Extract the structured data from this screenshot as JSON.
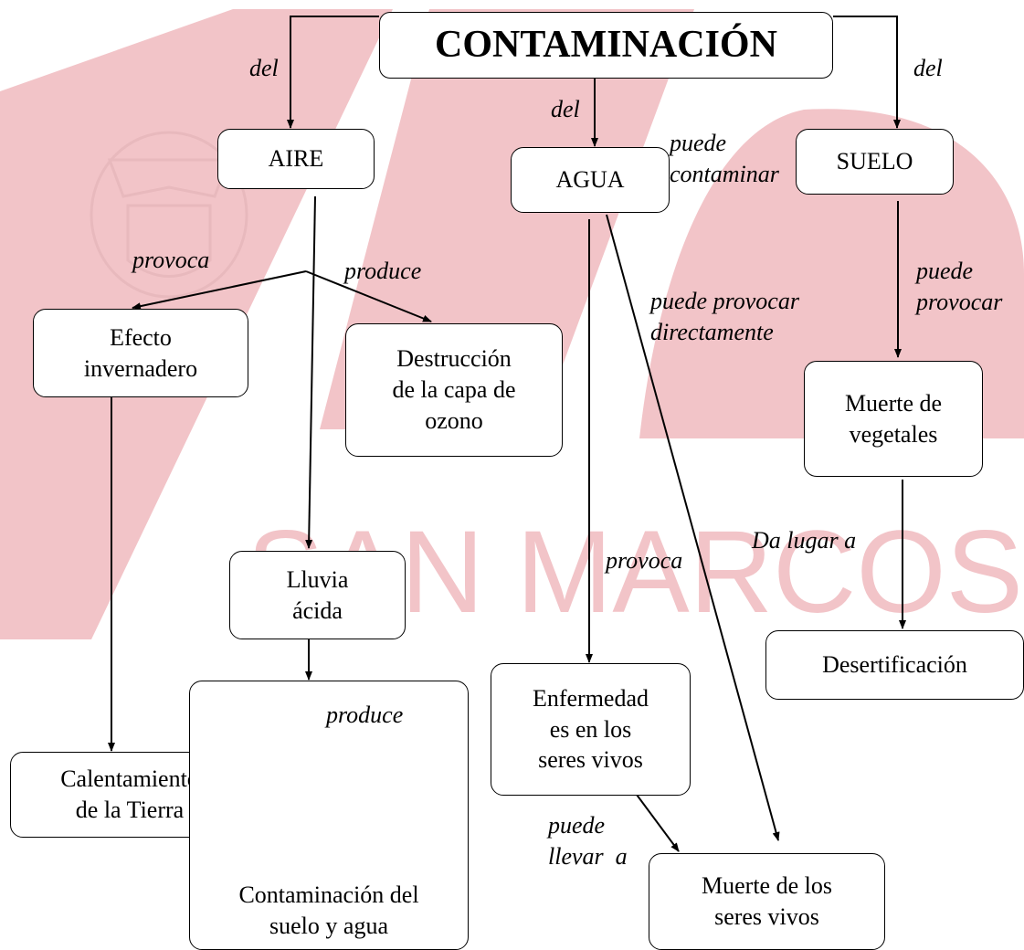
{
  "diagram": {
    "title": "CONTAMINACIÓN",
    "nodes": {
      "aire": "AIRE",
      "agua": "AGUA",
      "suelo": "SUELO",
      "efecto_invernadero": "Efecto\ninvernadero",
      "destruccion_ozono": "Destrucción\nde la capa de\nozono",
      "lluvia_acida": "Lluvia\nácida",
      "calentamiento": "Calentamiento\nde la Tierra",
      "contaminacion_suelo_agua": "Contaminación del\nsuelo y agua",
      "enfermedades": "Enfermedad\nes en los\nseres vivos",
      "muerte_seres_vivos": "Muerte de los\nseres vivos",
      "muerte_vegetales": "Muerte de\nvegetales",
      "desertificacion": "Desertificación"
    },
    "labels": {
      "del_aire": "del",
      "del_agua": "del",
      "del_suelo": "del",
      "provoca_aire": "provoca",
      "produce_aire": "produce",
      "puede_contaminar": "puede\n          contaminar",
      "puede_provocar_directamente": "puede provocar\ndirectamente",
      "puede_provocar_suelo": "puede\nprovocar",
      "provoca_agua": "provoca",
      "da_lugar_a": "Da lugar a",
      "produce_lluvia": "produce",
      "puede_llevar_a": "puede\nllevar  a"
    },
    "colors": {
      "line": "#000000",
      "watermark": "#f2c4c8"
    },
    "watermark_text": "SAN MARCOS"
  }
}
